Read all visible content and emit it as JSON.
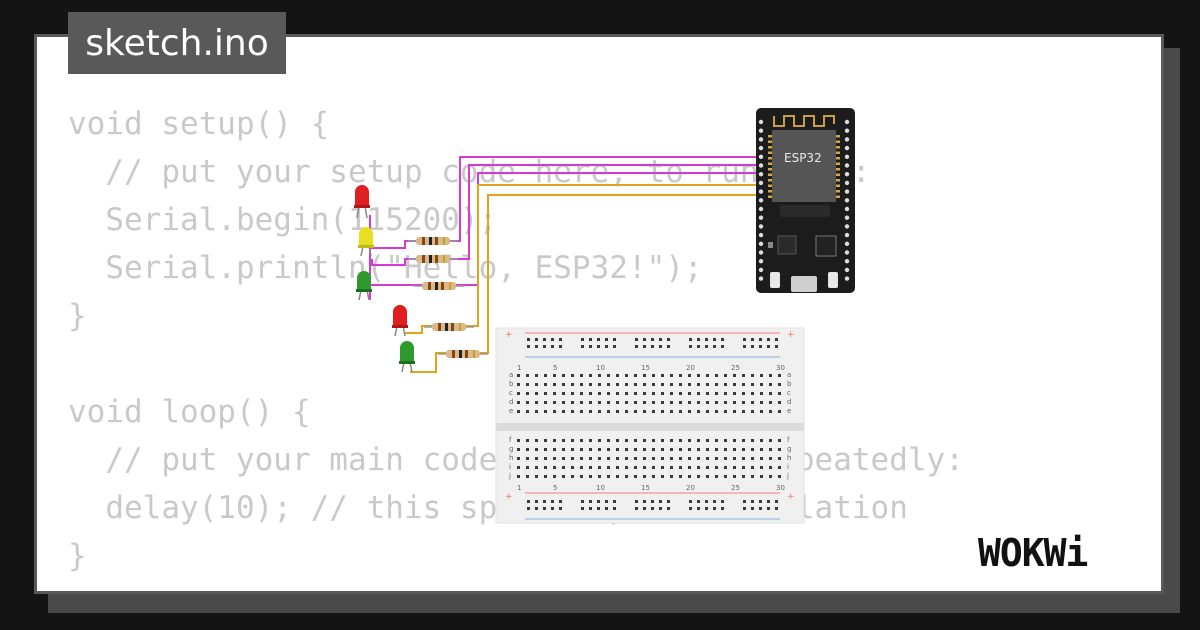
{
  "file_tab": {
    "name": "sketch.ino"
  },
  "code_lines": [
    "void setup() {",
    "  // put your setup code here, to run once:",
    "  Serial.begin(115200);",
    "  Serial.println(\"Hello, ESP32!\");",
    "}",
    "",
    "void loop() {",
    "  // put your main code here, to run repeatedly:",
    "  delay(10); // this speeds up the simulation",
    "}"
  ],
  "esp32": {
    "label": "ESP32"
  },
  "breadboard": {
    "column_numbers": [
      "1",
      "5",
      "10",
      "15",
      "20",
      "25",
      "30"
    ],
    "row_letters_top": [
      "a",
      "b",
      "c",
      "d",
      "e"
    ],
    "row_letters_bottom": [
      "f",
      "g",
      "h",
      "i",
      "j"
    ]
  },
  "brand": {
    "logo_text": "WOKWi"
  },
  "colors": {
    "wire_magenta": "#d63ad6",
    "wire_orange": "#e3a21a",
    "led_red": "#e02020",
    "led_yellow": "#e6e020",
    "led_green": "#2e9a2e"
  }
}
